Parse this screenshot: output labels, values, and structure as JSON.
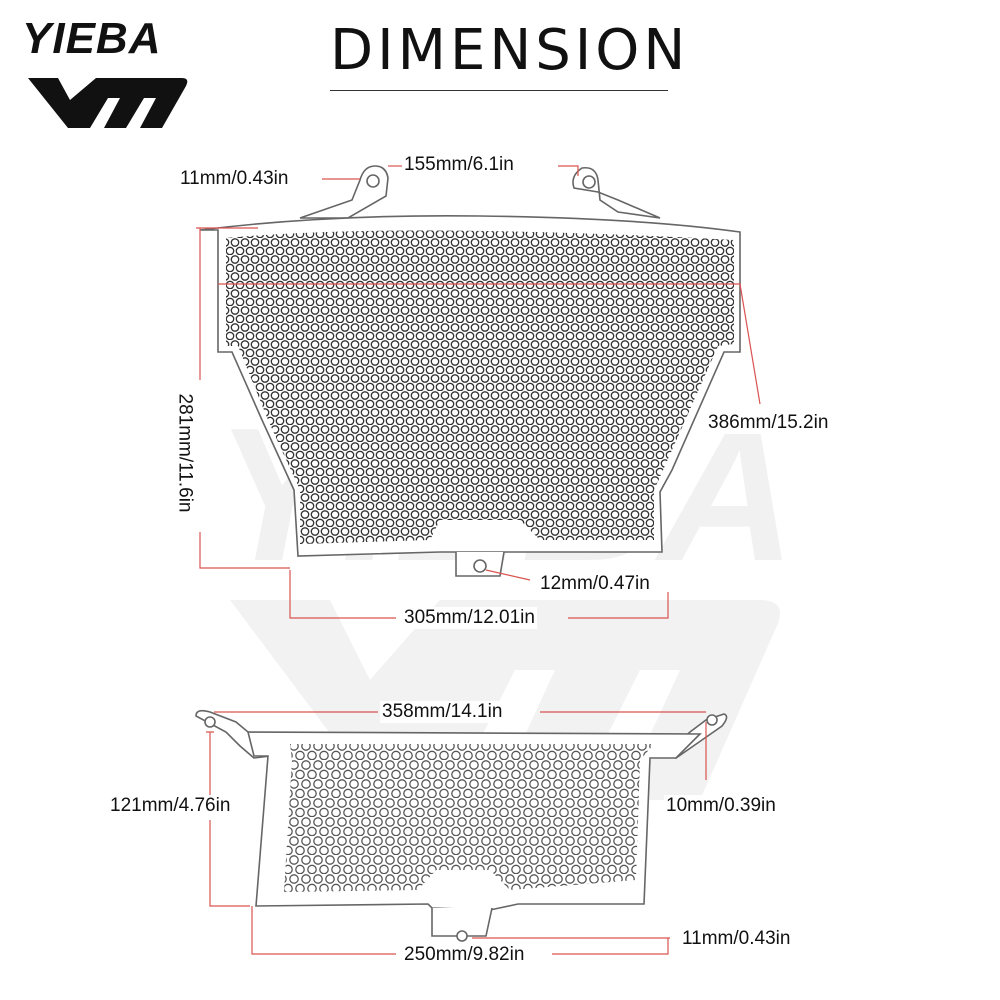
{
  "brand": {
    "logo_text": "YIEBA",
    "logo_mark": "ym-logo-mark"
  },
  "title": "DIMENSION",
  "colors": {
    "dimension_line": "#d9534f",
    "outline": "#555555",
    "hex_holes": "#333333",
    "watermark": "#e6e6e6"
  },
  "top_view": {
    "tab_hole": "11mm/0.43in",
    "tab_spacing": "155mm/6.1in",
    "diagonal": "386mm/15.2in",
    "height": "281mm/11.6in",
    "bottom_hole": "12mm/0.47in",
    "bottom_width": "305mm/12.01in"
  },
  "bottom_view": {
    "tab_span": "358mm/14.1in",
    "height": "121mm/4.76in",
    "side_hole": "10mm/0.39in",
    "bottom_hole": "11mm/0.43in",
    "bottom_width": "250mm/9.82in"
  }
}
